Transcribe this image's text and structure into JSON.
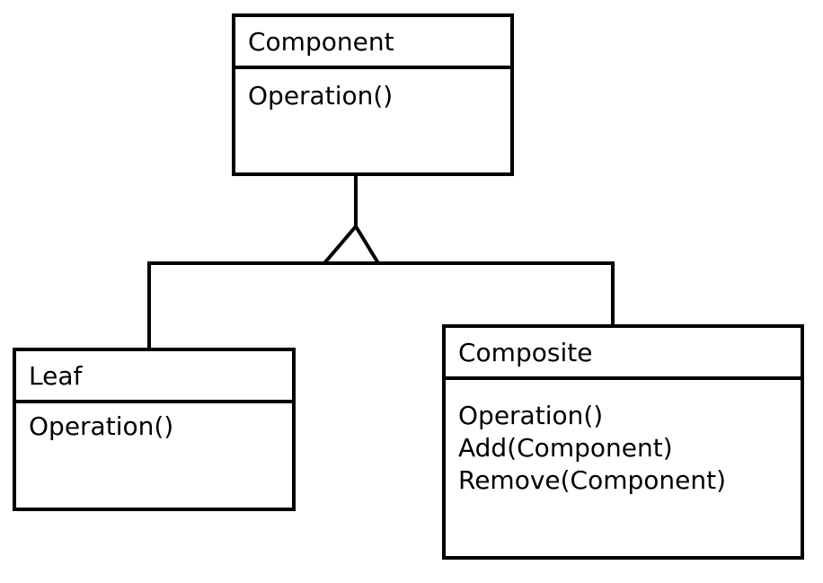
{
  "diagram": {
    "classes": {
      "component": {
        "name": "Component",
        "operations": [
          "Operation()"
        ]
      },
      "leaf": {
        "name": "Leaf",
        "operations": [
          "Operation()"
        ]
      },
      "composite": {
        "name": "Composite",
        "operations": [
          "Operation()",
          "Add(Component)",
          "Remove(Component)"
        ]
      }
    },
    "relationships": [
      {
        "type": "generalization",
        "from": "Leaf",
        "to": "Component"
      },
      {
        "type": "generalization",
        "from": "Composite",
        "to": "Component"
      }
    ]
  }
}
